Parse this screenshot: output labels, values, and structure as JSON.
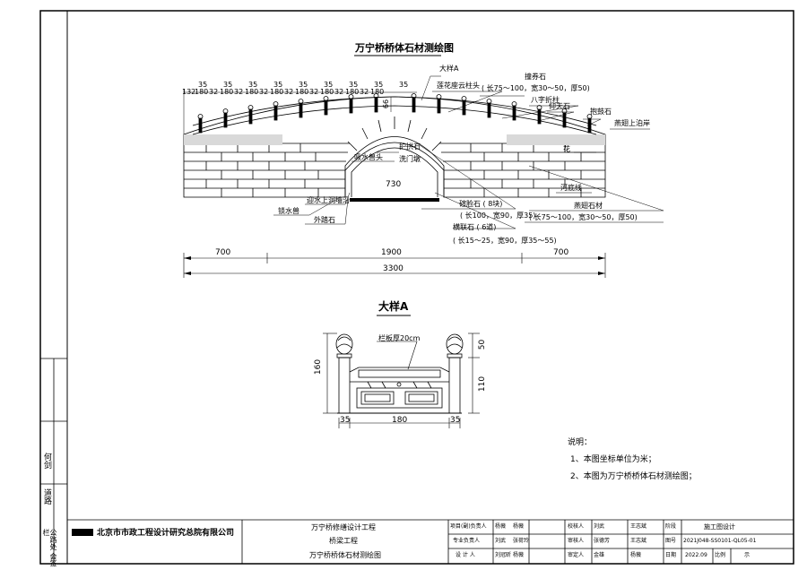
{
  "title": "万宁桥桥体石材测绘图",
  "main_labels": {
    "detail_a": "大样A",
    "lotus_post": "莲花座云柱头",
    "wedge_stone": "撞券石",
    "wedge_stone_size": "( 长75～100，宽30～50，厚50)",
    "octagon_post": "八字折柱",
    "yang_stone": "仰天石",
    "fu_gu_stone": "抱鼓石",
    "yanchi_revetment": "燕翅上泊岸",
    "beast_head": "吸水兽头",
    "guard_stone": "护拱石",
    "arch_face": "洗门墩",
    "flower_marker": "花",
    "water_line": "河底线",
    "stone_course": "燕翅石材",
    "stone_course_size": "( 长75～100，宽30～50，厚50)",
    "span_730": "730",
    "keystone_count": "碹脸石 ( 8块)",
    "keystone_size": "( 长100，宽90，厚35)",
    "ring_stone": "横联石 ( 6道)",
    "ring_stone_size": "( 长15～25，宽90，厚35～55)",
    "lock_stone": "锁水兽",
    "arch_wall": "迎水上洞墙沿",
    "outer_stone": "外踏石",
    "sixty_six": "66"
  },
  "top_dims": [
    "132",
    "180",
    "32",
    "180",
    "32",
    "180",
    "32",
    "180",
    "32",
    "180",
    "32",
    "180",
    "32",
    "180",
    "32",
    "180",
    "35",
    "35",
    "35",
    "35",
    "35",
    "35",
    "35",
    "35",
    "35"
  ],
  "bottom_dims": {
    "left": "700",
    "middle": "1900",
    "right": "700",
    "total": "3300"
  },
  "detail": {
    "title": "大样A",
    "panel_label": "栏板厚20cm",
    "h_total": "160",
    "h_top": "50",
    "h_bottom": "110",
    "w_left": "35",
    "w_middle": "180",
    "w_right": "35"
  },
  "notes": {
    "heading": "说明：",
    "items": [
      "1、本图坐标单位为米；",
      "2、本图为万宁桥桥体石材测绘图；"
    ]
  },
  "left_strip": [
    "何剑",
    "道路",
    "公路处 会签栏"
  ],
  "title_block": {
    "company": "北京市市政工程设计研究总院有限公司",
    "project_1": "万宁桥修缮设计工程",
    "project_2": "桥梁工程",
    "project_3": "万宁桥桥体石材测绘图",
    "row1": [
      "项目(副)负责人",
      "杨薇",
      "杨薇",
      "校核人",
      "刘武",
      "王志斌",
      "阶段",
      "施工图设计"
    ],
    "row2": [
      "专业负责人",
      "刘武",
      "张荷玲",
      "审核人",
      "张德芳",
      "王志斌",
      "图号",
      "2021J048-SS0101-QL05-01"
    ],
    "row3": [
      "设 计 人",
      "刘冠昕",
      "杨薇",
      "审定人",
      "金雄",
      "杨薇",
      "日期",
      "2022.09",
      "比例",
      "示"
    ]
  }
}
